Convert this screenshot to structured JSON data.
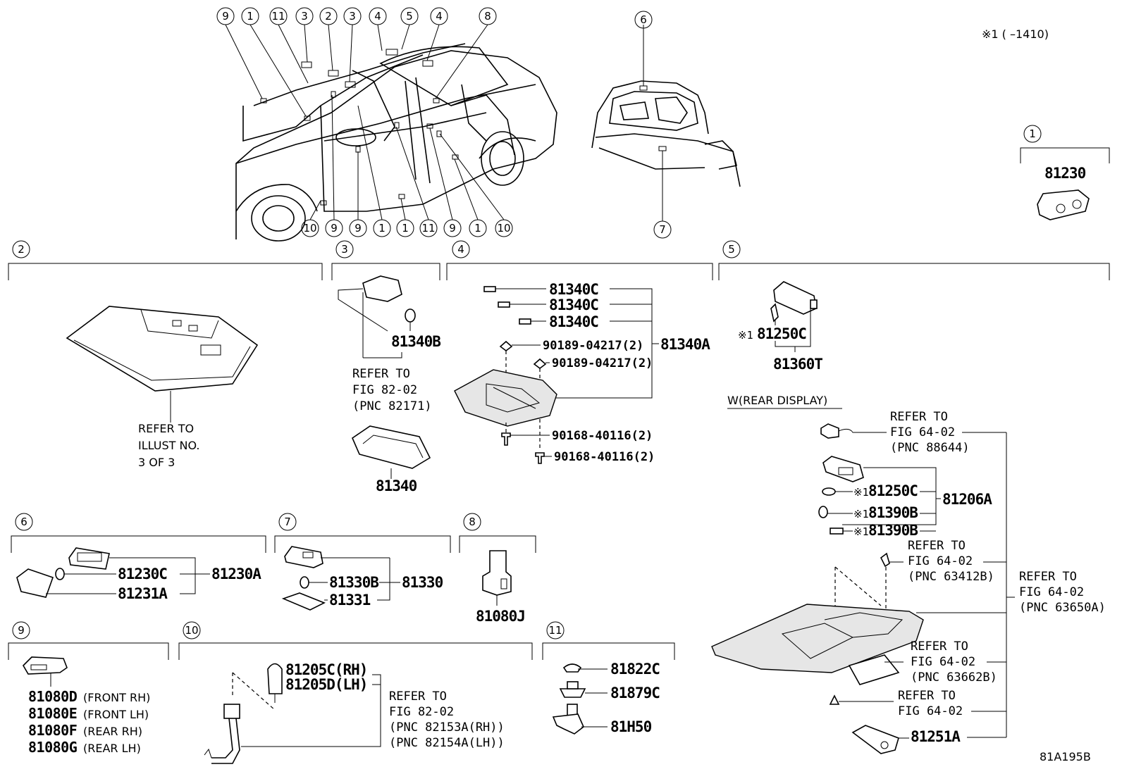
{
  "header": {
    "note": "※1 (     –1410)",
    "diagram_code": "81A195B",
    "rear_display_label": "W(REAR DISPLAY)"
  },
  "car_callouts": {
    "top": [
      "9",
      "1",
      "11",
      "3",
      "2",
      "3",
      "4",
      "5",
      "4",
      "8"
    ],
    "bottom": [
      "10",
      "9",
      "9",
      "1",
      "1",
      "11",
      "9",
      "1",
      "10"
    ],
    "trunk_top": "6",
    "trunk_bottom": "7"
  },
  "sections": {
    "s1": {
      "num": "1",
      "part": "81230"
    },
    "s2": {
      "num": "2",
      "refer": [
        "REFER TO",
        "ILLUST NO.",
        "3 OF 3"
      ]
    },
    "s3": {
      "num": "3",
      "bulb": "81340B",
      "lamp": "81340",
      "refer": [
        "REFER TO",
        "FIG 82-02",
        "(PNC 82171)"
      ]
    },
    "s4": {
      "num": "4",
      "bulb1": "81340C",
      "bulb2": "81340C",
      "bulb3": "81340C",
      "clip1": "90189-04217(2)",
      "clip2": "90189-04217(2)",
      "screw1": "90168-40116(2)",
      "screw2": "90168-40116(2)",
      "assy": "81340A"
    },
    "s5": {
      "num": "5",
      "bulb_mark": "※1",
      "bulb": "81250C",
      "assy": "81360T"
    },
    "s6": {
      "num": "6",
      "bulb": "81230C",
      "lens": "81231A",
      "assy": "81230A"
    },
    "s7": {
      "num": "7",
      "bulb": "81330B",
      "lens": "81331",
      "assy": "81330"
    },
    "s8": {
      "num": "8",
      "part": "81080J"
    },
    "s9": {
      "num": "9",
      "parts": [
        {
          "pn": "81080D",
          "note": "(FRONT RH)"
        },
        {
          "pn": "81080E",
          "note": "(FRONT LH)"
        },
        {
          "pn": "81080F",
          "note": "(REAR RH)"
        },
        {
          "pn": "81080G",
          "note": "(REAR LH)"
        }
      ]
    },
    "s10": {
      "num": "10",
      "bulb_rh": "81205C(RH)",
      "bulb_lh": "81205D(LH)",
      "refer": [
        "REFER TO",
        "FIG 82-02",
        "(PNC 82153A(RH))",
        "(PNC 82154A(LH))"
      ]
    },
    "s11": {
      "num": "11",
      "p1": "81822C",
      "p2": "81879C",
      "p3": "81H50"
    },
    "rear_display": {
      "ref1": [
        "REFER TO",
        "FIG 64-02",
        "(PNC 88644)"
      ],
      "b1_mark": "※1",
      "b1": "81250C",
      "b2_mark": "※1",
      "b2": "81390B",
      "b3_mark": "※1",
      "b3": "81390B",
      "assy": "81206A",
      "ref2": [
        "REFER TO",
        "FIG 64-02",
        "(PNC 63412B)"
      ],
      "ref3": [
        "REFER TO",
        "FIG 64-02",
        "(PNC 63650A)"
      ],
      "ref4": [
        "REFER TO",
        "FIG 64-02",
        "(PNC 63662B)"
      ],
      "ref5": [
        "REFER TO",
        "FIG 64-02"
      ],
      "bottom": "81251A"
    }
  }
}
